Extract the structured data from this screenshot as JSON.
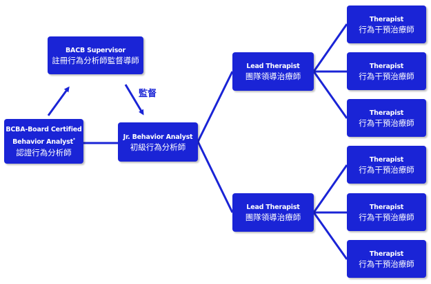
{
  "diagram": {
    "nodes": {
      "bcba": {
        "en_line1": "BCBA-Board Certified",
        "en_line2": "Behavior Analyst",
        "en_mark": "*",
        "zh": "認證行為分析師"
      },
      "supervisor": {
        "en": "BACB Supervisor",
        "zh": "註冊行為分析師監督導師"
      },
      "jr": {
        "en": "Jr. Behavior Analyst",
        "zh": "初級行為分析師"
      },
      "lead": [
        {
          "en": "Lead Therapist",
          "zh": "團隊領導治療師"
        },
        {
          "en": "Lead Therapist",
          "zh": "團隊領導治療師"
        }
      ],
      "therapists": [
        {
          "en": "Therapist",
          "zh": "行為干預治療師"
        },
        {
          "en": "Therapist",
          "zh": "行為干預治療師"
        },
        {
          "en": "Therapist",
          "zh": "行為干預治療師"
        },
        {
          "en": "Therapist",
          "zh": "行為干預治療師"
        },
        {
          "en": "Therapist",
          "zh": "行為干預治療師"
        },
        {
          "en": "Therapist",
          "zh": "行為干預治療師"
        }
      ]
    },
    "edge_label": "監督",
    "colors": {
      "node_fill": "#1a24d6",
      "node_text": "#ffffff",
      "connector": "#1a24d6"
    }
  }
}
